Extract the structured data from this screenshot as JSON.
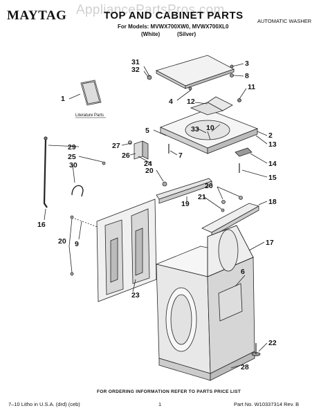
{
  "header": {
    "brand": "MAYTAG",
    "title": "TOP AND CABINET PARTS",
    "subtitle": "For Models: MVWX700XW0, MVWX700XL0",
    "finish_white": "(White)",
    "finish_silver": "(Silver)",
    "category": "AUTOMATIC WASHER",
    "watermark": "AppliancePartsPros.com"
  },
  "diagram": {
    "literature_label": "Literature Parts",
    "callouts": [
      "31",
      "32",
      "3",
      "8",
      "1",
      "11",
      "4",
      "12",
      "10",
      "33",
      "5",
      "2",
      "13",
      "27",
      "7",
      "29",
      "24",
      "26",
      "25",
      "14",
      "20",
      "30",
      "15",
      "20",
      "21",
      "18",
      "19",
      "16",
      "9",
      "20",
      "17",
      "6",
      "23",
      "22",
      "28"
    ]
  },
  "footer": {
    "note": "FOR ORDERING INFORMATION REFER TO PARTS PRICE LIST",
    "left": "7–10 Litho in U.S.A. (drd) (ceb)",
    "center": "1",
    "right": "Part No. W10337314 Rev. B"
  }
}
